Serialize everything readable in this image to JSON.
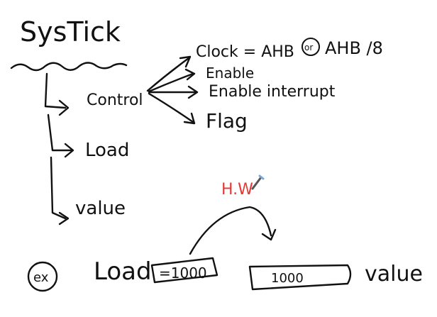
{
  "title": "SysTick",
  "branches": {
    "control": "Control",
    "load": "Load",
    "value": "value"
  },
  "control_items": {
    "clock": "Clock = AHB",
    "or_label": "or",
    "clock_alt": "AHB /8",
    "enable": "Enable",
    "enable_interrupt": "Enable interrupt",
    "flag": "Flag"
  },
  "hw_note": "H.W",
  "example": {
    "badge": "ex",
    "load_label": "Load",
    "load_value": "=1000",
    "value_box": "1000",
    "value_label": "value"
  },
  "colors": {
    "ink": "#111111",
    "accent": "#e53935"
  }
}
